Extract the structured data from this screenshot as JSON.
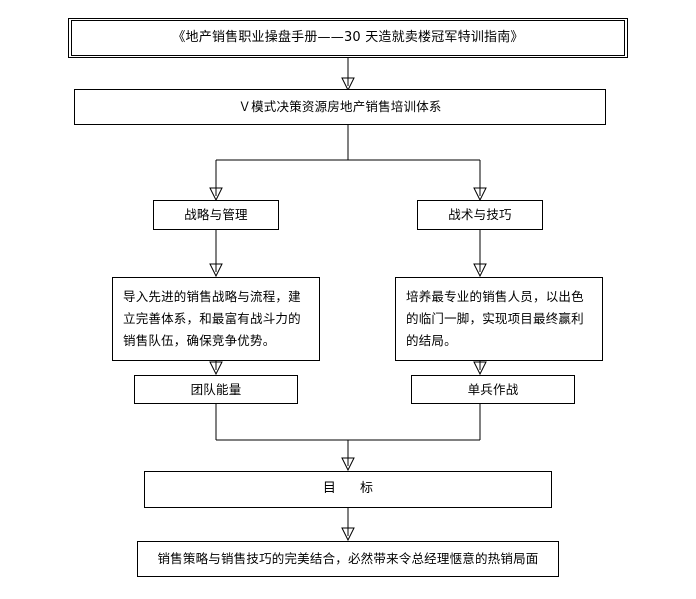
{
  "diagram": {
    "title_box": "《地产销售职业操盘手册——30 天造就卖楼冠军特训指南》",
    "system_box": "Ｖ模式决策资源房地产销售培训体系",
    "branches": [
      {
        "heading": "战略与管理",
        "description": "导入先进的销售战略与流程，建立完善体系，和最富有战斗力的销售队伍，确保竞争优势。",
        "result": "团队能量"
      },
      {
        "heading": "战术与技巧",
        "description": "培养最专业的销售人员，以出色的临门一脚，实现项目最终赢利的结局。",
        "result": "单兵作战"
      }
    ],
    "goal_box": "目  标",
    "conclusion_box": "销售策略与销售技巧的完美结合，必然带来令总经理惬意的热销局面"
  }
}
